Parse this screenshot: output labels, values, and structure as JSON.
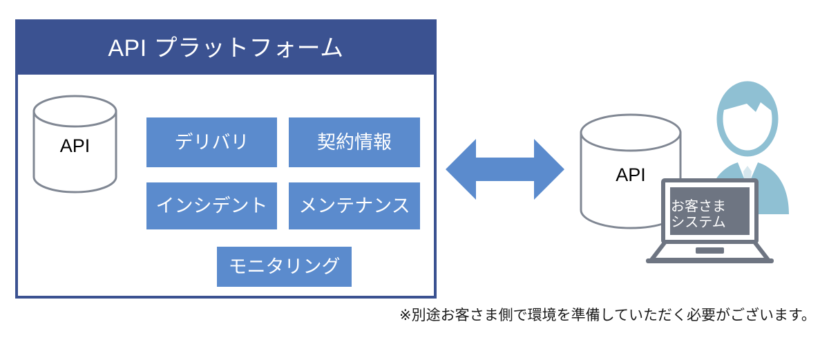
{
  "platform": {
    "title": "API プラットフォーム",
    "header_color": "#3B5291",
    "border_color": "#3B5291",
    "database": {
      "label": "API",
      "stroke_color": "#808793"
    },
    "features": [
      {
        "label": "デリバリ",
        "color": "#5B8BCD"
      },
      {
        "label": "契約情報",
        "color": "#5B8BCD"
      },
      {
        "label": "インシデント",
        "color": "#5B8BCD"
      },
      {
        "label": "メンテナンス",
        "color": "#5B8BCD"
      },
      {
        "label": "モニタリング",
        "color": "#5B8BCD"
      }
    ]
  },
  "connector": {
    "icon": "double-headed-arrow",
    "color": "#5B8BCD"
  },
  "customer": {
    "database": {
      "label": "API",
      "stroke_color": "#808793"
    },
    "laptop": {
      "screen_line1": "お客さま",
      "screen_line2": "システム",
      "screen_color": "#6E7582",
      "body_color": "#6E7582"
    },
    "person": {
      "icon": "person-business-icon",
      "color": "#8FC0D3"
    }
  },
  "footnote": {
    "text": "※別途お客さま側で環境を準備していただく必要がございます。"
  }
}
